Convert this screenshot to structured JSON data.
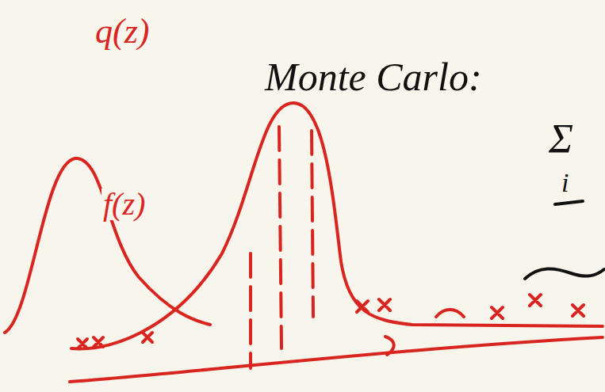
{
  "diagram": {
    "labels": [
      "q(z)",
      "Monte Carlo:",
      "f(z)",
      "Σ",
      "i"
    ]
  }
}
